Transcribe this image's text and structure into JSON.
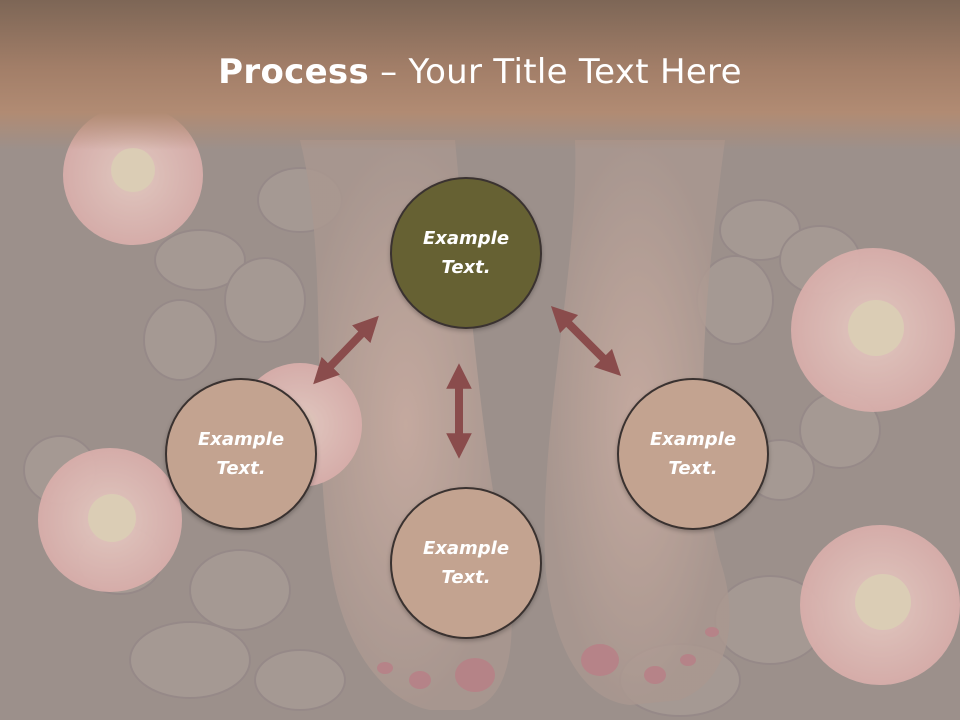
{
  "title": {
    "bold": "Process",
    "rest": " – Your Title Text Here"
  },
  "nodes": {
    "top": "Example Text.",
    "left": "Example Text.",
    "right": "Example Text.",
    "bottom": "Example Text."
  },
  "colors": {
    "center_node": "#666133",
    "outer_node": "#c3a390",
    "arrow": "#8a4c4c",
    "header": "#a27e68"
  }
}
